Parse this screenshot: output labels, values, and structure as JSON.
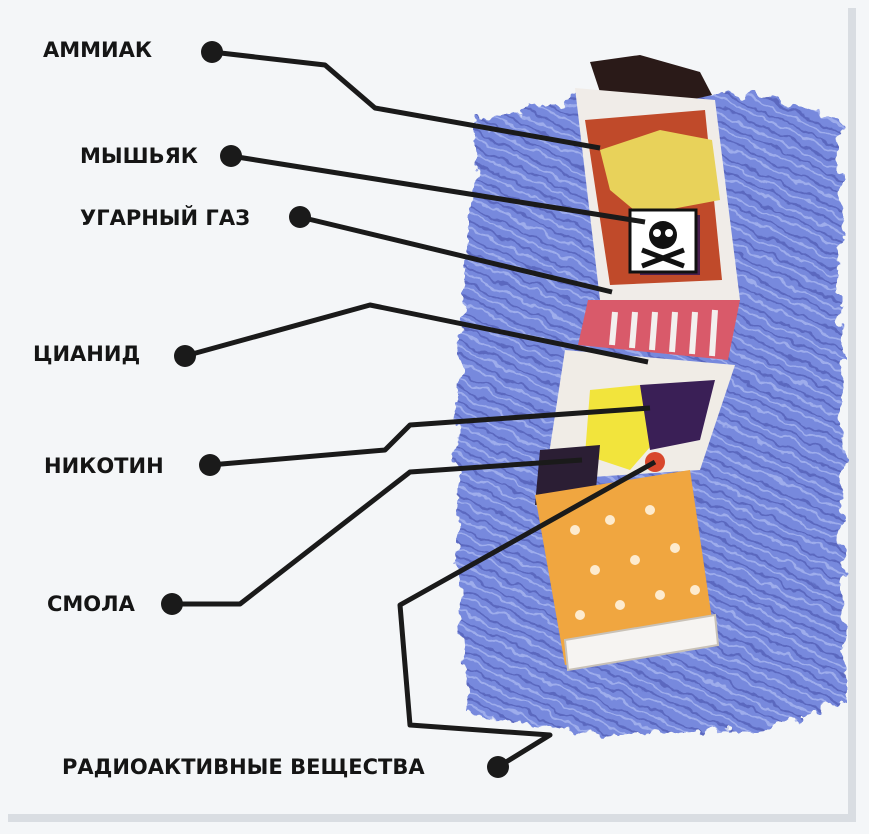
{
  "labels": {
    "ammonia": "АММИАК",
    "arsenic": "МЫШЬЯК",
    "carbon_monoxide": "УГАРНЫЙ ГАЗ",
    "cyanide": "ЦИАНИД",
    "nicotine": "НИКОТИН",
    "tar": "СМОЛА",
    "radioactive": "РАДИОАКТИВНЫЕ ВЕЩЕСТВА"
  },
  "colors": {
    "background_wash": "#5a6fd0",
    "filter": "#f0a640",
    "paper": "#f2f2f2",
    "leader_line": "#1a1a1a"
  },
  "icons": [
    "cigarette-illustration",
    "skull-crossbones-icon"
  ]
}
